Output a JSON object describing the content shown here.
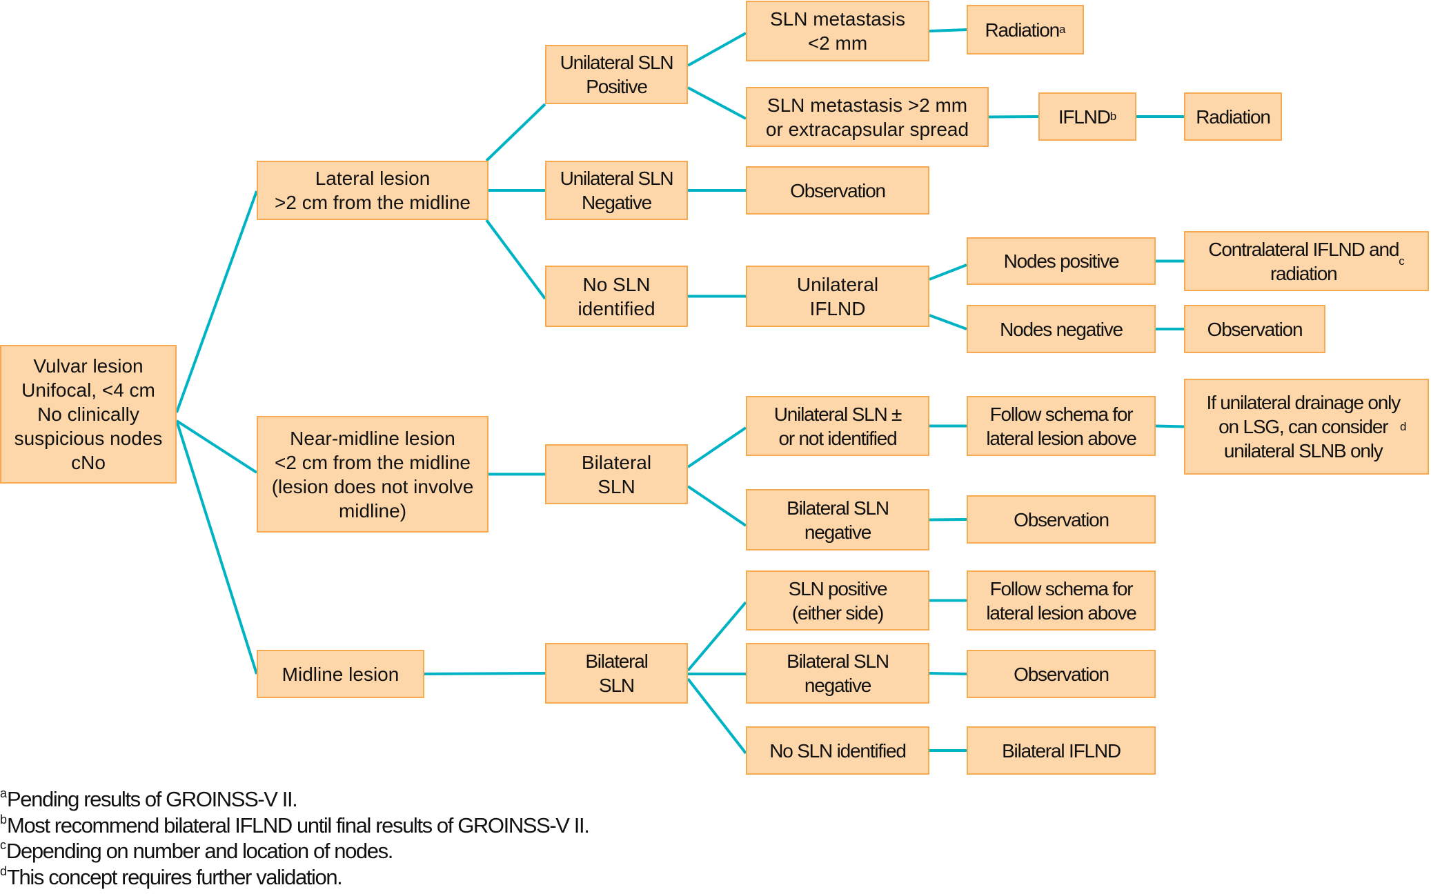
{
  "diagram": {
    "colors": {
      "box_fill": "#fdd6a9",
      "box_border": "#f6a94e",
      "connector": "#00b3c4"
    },
    "nodes": {
      "root": {
        "text": "Vulvar lesion\nUnifocal, <4 cm\nNo clinically\nsuspicious nodes\ncNo"
      },
      "lateral": {
        "text": "Lateral lesion\n>2 cm from the midline"
      },
      "near_midline": {
        "text": "Near-midline lesion\n<2 cm from the midline\n(lesion does not involve\nmidline)"
      },
      "midline": {
        "text": "Midline lesion"
      },
      "uni_sln_pos": {
        "text": "Unilateral SLN\nPositive"
      },
      "uni_sln_neg": {
        "text": "Unilateral SLN\nNegative"
      },
      "no_sln_lat": {
        "text": "No SLN\nidentified"
      },
      "bil_sln_near": {
        "text": "Bilateral\nSLN"
      },
      "bil_sln_mid": {
        "text": "Bilateral\nSLN"
      },
      "met_lt2": {
        "text": "SLN metastasis\n<2 mm"
      },
      "met_gt2": {
        "text": "SLN metastasis >2 mm\nor extracapsular spread"
      },
      "obs_lat": {
        "text": "Observation"
      },
      "uni_iflnd": {
        "text": "Unilateral\nIFLND"
      },
      "uni_sln_pm": {
        "text": "Unilateral SLN ±\nor not identified"
      },
      "bil_neg_near": {
        "text": "Bilateral SLN\nnegative"
      },
      "sln_pos_either": {
        "text": "SLN positive\n(either side)"
      },
      "bil_neg_mid": {
        "text": "Bilateral SLN\nnegative"
      },
      "no_sln_mid": {
        "text": "No SLN identified"
      },
      "radiation_a": {
        "text": "Radiation",
        "sup": "a"
      },
      "iflnd_b": {
        "text": "IFLND",
        "sup": "b"
      },
      "radiation": {
        "text": "Radiation"
      },
      "nodes_pos": {
        "text": "Nodes positive"
      },
      "contra": {
        "text": "Contralateral IFLND and\nradiation",
        "sup": "c"
      },
      "nodes_neg": {
        "text": "Nodes negative"
      },
      "obs_nodes_neg": {
        "text": "Observation"
      },
      "follow_near": {
        "text": "Follow schema for\nlateral lesion above"
      },
      "if_unilateral": {
        "text": "If unilateral drainage only\non LSG, can consider\nunilateral SLNB only",
        "sup": "d"
      },
      "obs_near": {
        "text": "Observation"
      },
      "follow_mid": {
        "text": "Follow schema for\nlateral lesion above"
      },
      "obs_mid": {
        "text": "Observation"
      },
      "bil_iflnd": {
        "text": "Bilateral IFLND"
      }
    },
    "edges": [
      [
        "root",
        "lateral"
      ],
      [
        "root",
        "near_midline"
      ],
      [
        "root",
        "midline"
      ],
      [
        "lateral",
        "uni_sln_pos"
      ],
      [
        "lateral",
        "uni_sln_neg"
      ],
      [
        "lateral",
        "no_sln_lat"
      ],
      [
        "uni_sln_pos",
        "met_lt2"
      ],
      [
        "uni_sln_pos",
        "met_gt2"
      ],
      [
        "met_lt2",
        "radiation_a"
      ],
      [
        "met_gt2",
        "iflnd_b"
      ],
      [
        "iflnd_b",
        "radiation"
      ],
      [
        "uni_sln_neg",
        "obs_lat"
      ],
      [
        "no_sln_lat",
        "uni_iflnd"
      ],
      [
        "uni_iflnd",
        "nodes_pos"
      ],
      [
        "uni_iflnd",
        "nodes_neg"
      ],
      [
        "nodes_pos",
        "contra"
      ],
      [
        "nodes_neg",
        "obs_nodes_neg"
      ],
      [
        "near_midline",
        "bil_sln_near"
      ],
      [
        "bil_sln_near",
        "uni_sln_pm"
      ],
      [
        "bil_sln_near",
        "bil_neg_near"
      ],
      [
        "uni_sln_pm",
        "follow_near"
      ],
      [
        "follow_near",
        "if_unilateral"
      ],
      [
        "bil_neg_near",
        "obs_near"
      ],
      [
        "midline",
        "bil_sln_mid"
      ],
      [
        "bil_sln_mid",
        "sln_pos_either"
      ],
      [
        "bil_sln_mid",
        "bil_neg_mid"
      ],
      [
        "bil_sln_mid",
        "no_sln_mid"
      ],
      [
        "sln_pos_either",
        "follow_mid"
      ],
      [
        "bil_neg_mid",
        "obs_mid"
      ],
      [
        "no_sln_mid",
        "bil_iflnd"
      ]
    ]
  },
  "footnotes": [
    {
      "mark": "a",
      "text": "Pending results of GROINSS-V II."
    },
    {
      "mark": "b",
      "text": "Most recommend bilateral IFLND until final results of GROINSS-V II."
    },
    {
      "mark": "c",
      "text": "Depending on number and location of nodes."
    },
    {
      "mark": "d",
      "text": "This concept requires further validation."
    }
  ]
}
